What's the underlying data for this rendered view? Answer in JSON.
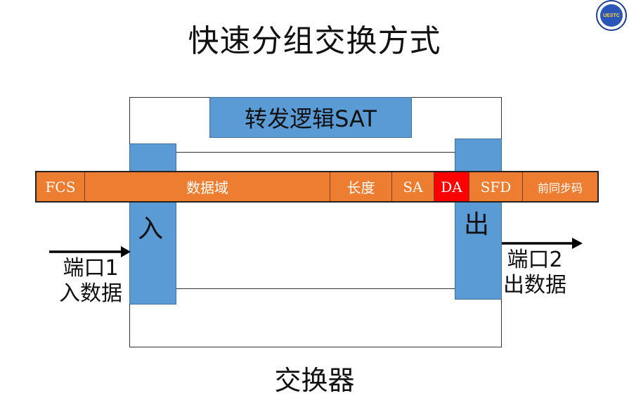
{
  "title": "快速分组交换方式",
  "logo_text": "UESTC",
  "switch_logic": "转发逻辑SAT",
  "frame_fields": [
    {
      "label": "FCS"
    },
    {
      "label": "数据域"
    },
    {
      "label": "长度"
    },
    {
      "label": "SA"
    },
    {
      "label": "DA",
      "highlight": true
    },
    {
      "label": "SFD"
    },
    {
      "label": "前同步码"
    }
  ],
  "in_port": "入",
  "out_port": "出",
  "left_text": {
    "line1": "端口1",
    "line2": "入数据"
  },
  "right_text": {
    "line1": "端口2",
    "line2": "出数据"
  },
  "switch_label": "交换器",
  "colors": {
    "frame": "#ed7d31",
    "highlight": "#ff0000",
    "blue_block": "#5b9bd5"
  }
}
